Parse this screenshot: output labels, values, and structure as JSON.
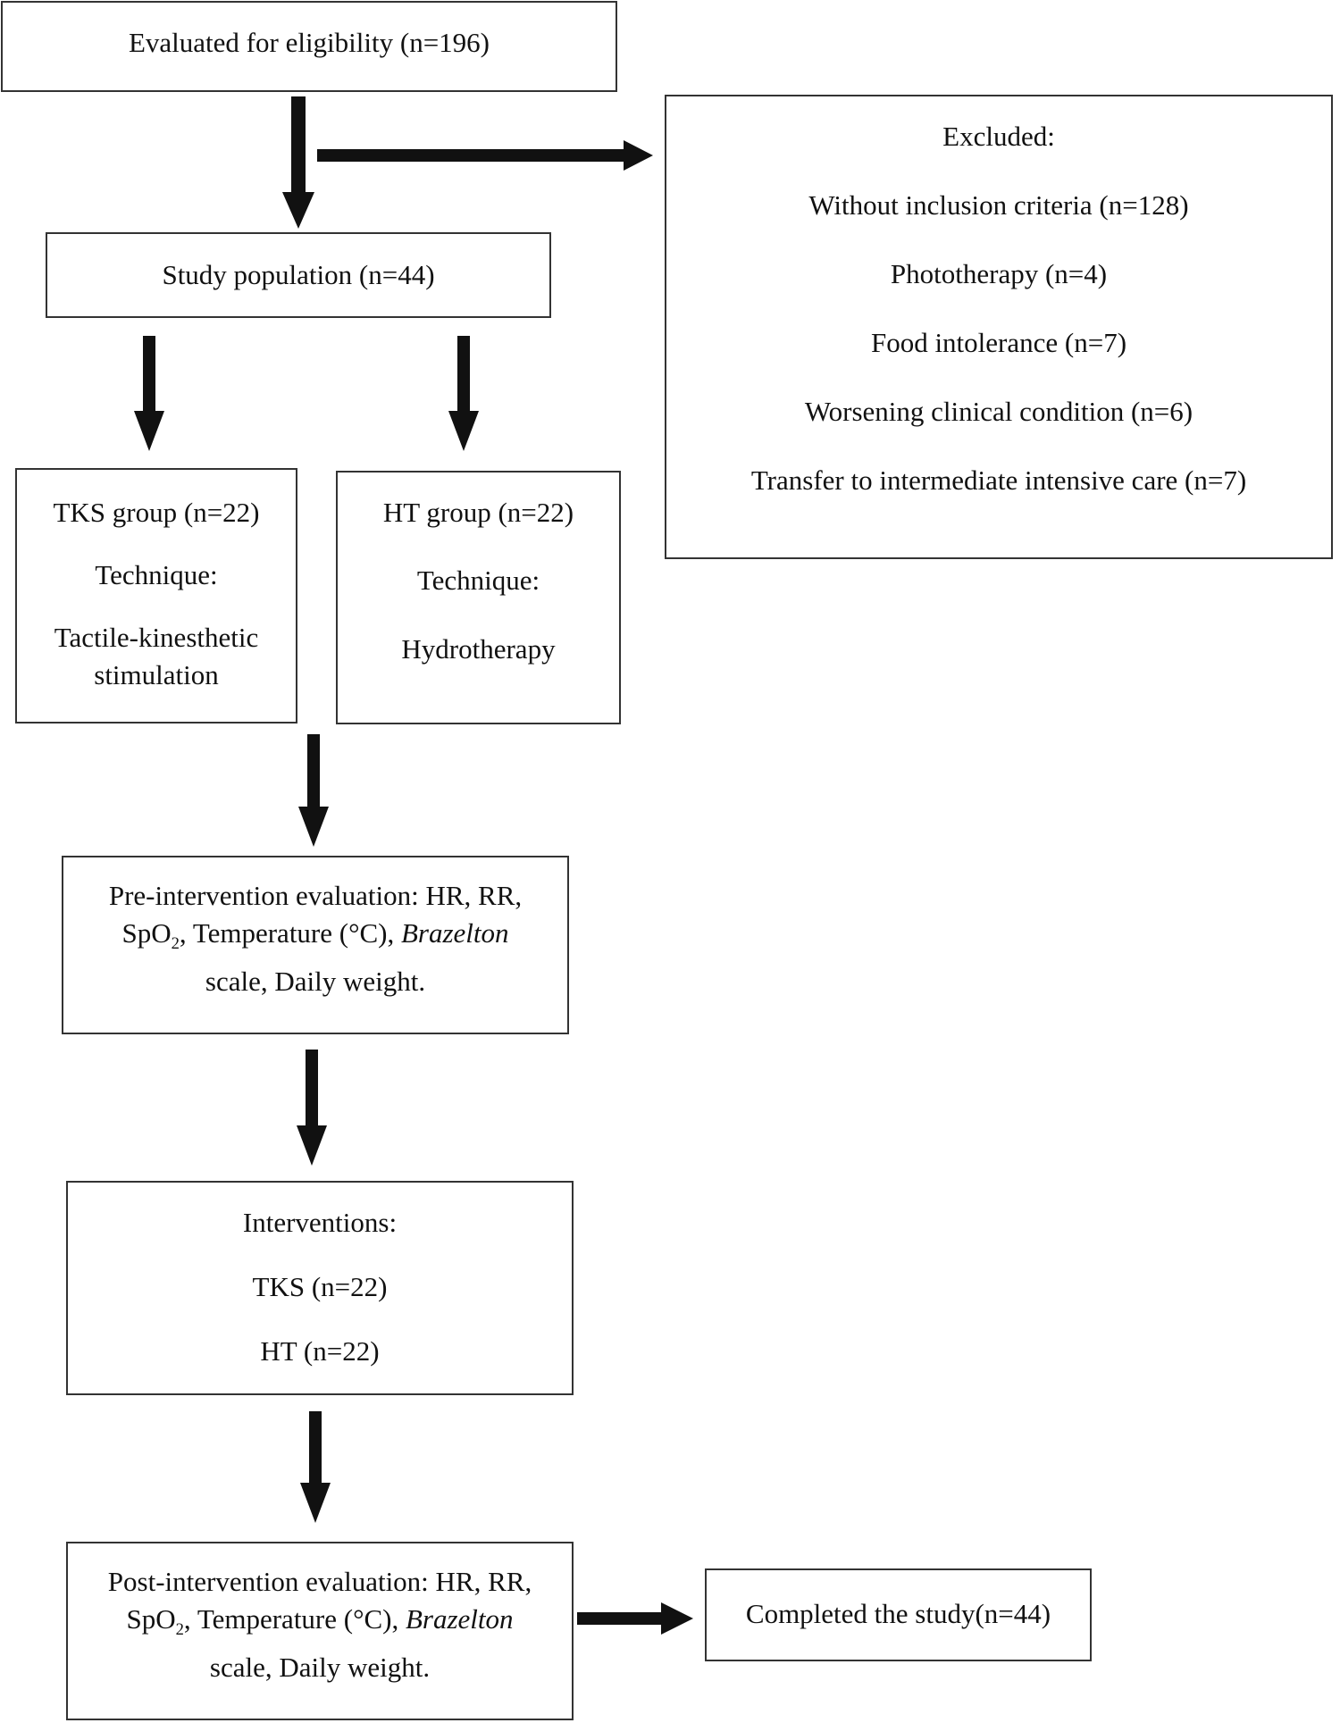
{
  "eligibility": {
    "text": "Evaluated for eligibility (n=196)"
  },
  "excluded": {
    "title": "Excluded:",
    "items": [
      "Without inclusion criteria (n=128)",
      "Phototherapy (n=4)",
      "Food intolerance (n=7)",
      "Worsening clinical condition (n=6)",
      "Transfer to intermediate intensive care (n=7)"
    ]
  },
  "population": {
    "text": "Study population (n=44)"
  },
  "tks_group": {
    "title": "TKS group (n=22)",
    "technique_label": "Technique:",
    "technique_line1": "Tactile-kinesthetic",
    "technique_line2": "stimulation"
  },
  "ht_group": {
    "title": "HT group (n=22)",
    "technique_label": "Technique:",
    "technique": "Hydrotherapy"
  },
  "pre_eval": {
    "line1": "Pre-intervention evaluation: HR, RR,",
    "spo_base": "SpO",
    "spo_sub": "2",
    "temp": ", Temperature (°C), ",
    "brazelton": "Brazelton",
    "line3": "scale, Daily weight."
  },
  "interventions": {
    "title": "Interventions:",
    "tks": "TKS (n=22)",
    "ht": "HT (n=22)"
  },
  "post_eval": {
    "line1": "Post-intervention evaluation: HR, RR,",
    "spo_base": "SpO",
    "spo_sub": "2",
    "temp": ", Temperature (°C), ",
    "brazelton": "Brazelton",
    "line3": "scale, Daily weight."
  },
  "completed": {
    "text": "Completed the study(n=44)"
  },
  "colors": {
    "stroke": "#333333",
    "arrow": "#111111"
  }
}
